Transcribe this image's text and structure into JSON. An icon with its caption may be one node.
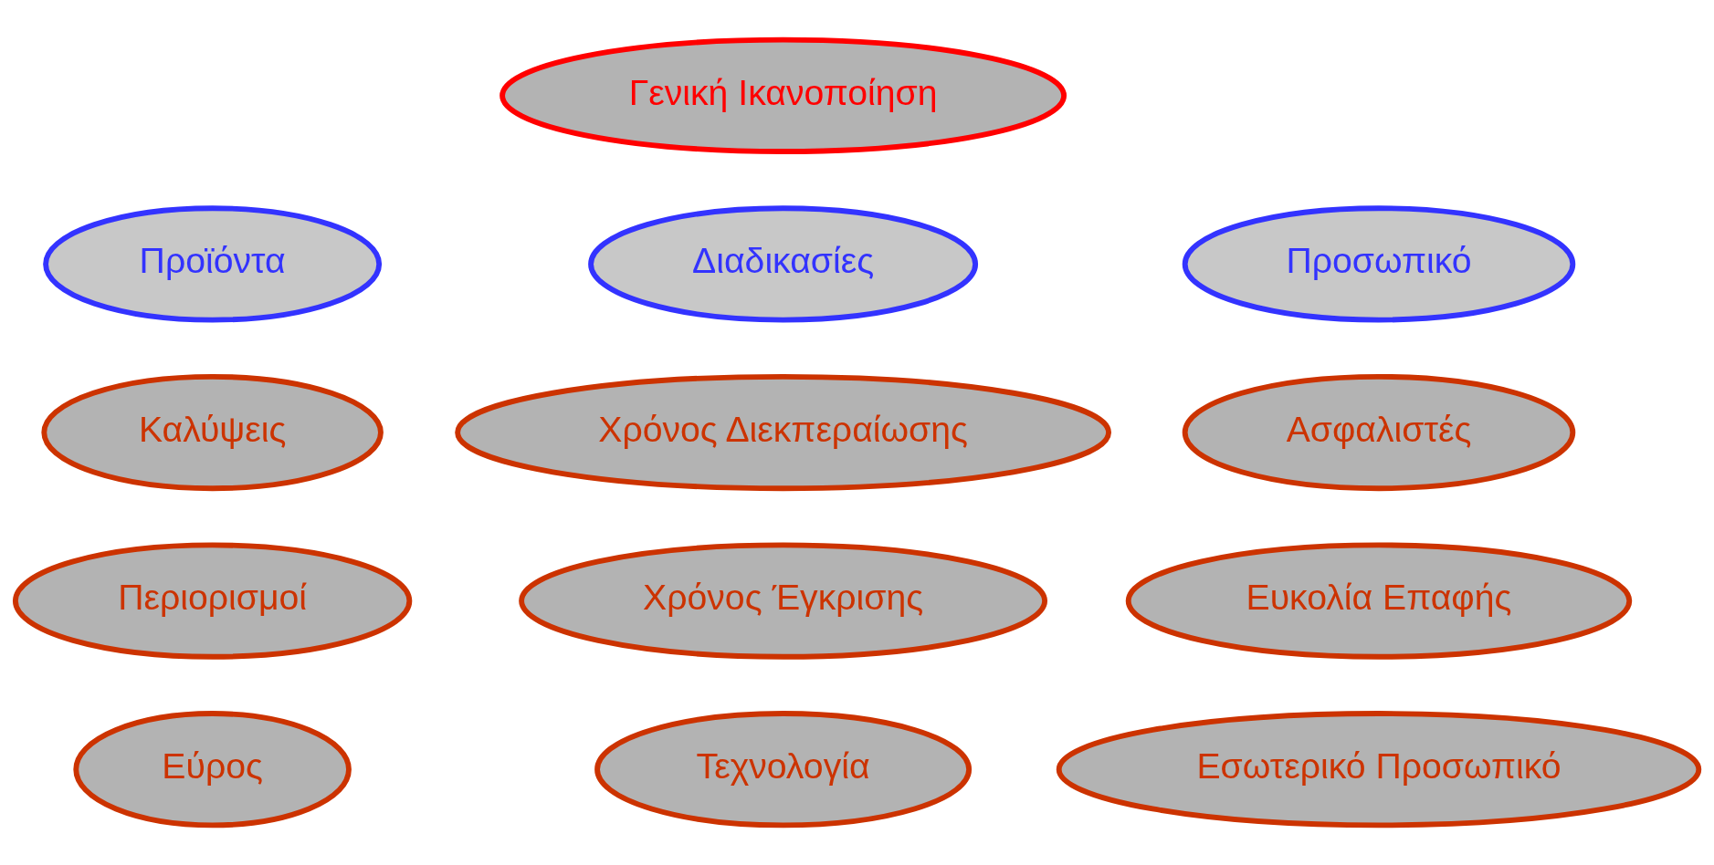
{
  "diagram": {
    "nodes": [
      {
        "text": [
          "Γενική Ικανοποίηση"
        ]
      },
      {
        "text": [
          "Προϊόντα"
        ]
      },
      {
        "text": [
          "Διαδικασίες"
        ]
      },
      {
        "text": [
          "Προσωπικό"
        ]
      },
      {
        "text": [
          "Καλύψεις"
        ]
      },
      {
        "text": [
          "Χρόνος Διεκπεραίωσης"
        ]
      },
      {
        "text": [
          "Ασφαλιστές"
        ]
      },
      {
        "text": [
          "Περιορισμοί"
        ]
      },
      {
        "text": [
          "Χρόνος Έγκρισης"
        ]
      },
      {
        "text": [
          "Ευκολία Επαφής"
        ]
      },
      {
        "text": [
          "Εύρος"
        ]
      },
      {
        "text": [
          "Τεχνολογία"
        ]
      },
      {
        "text": [
          "Εσωτερικό Προσωπικό"
        ]
      }
    ],
    "edges": []
  }
}
